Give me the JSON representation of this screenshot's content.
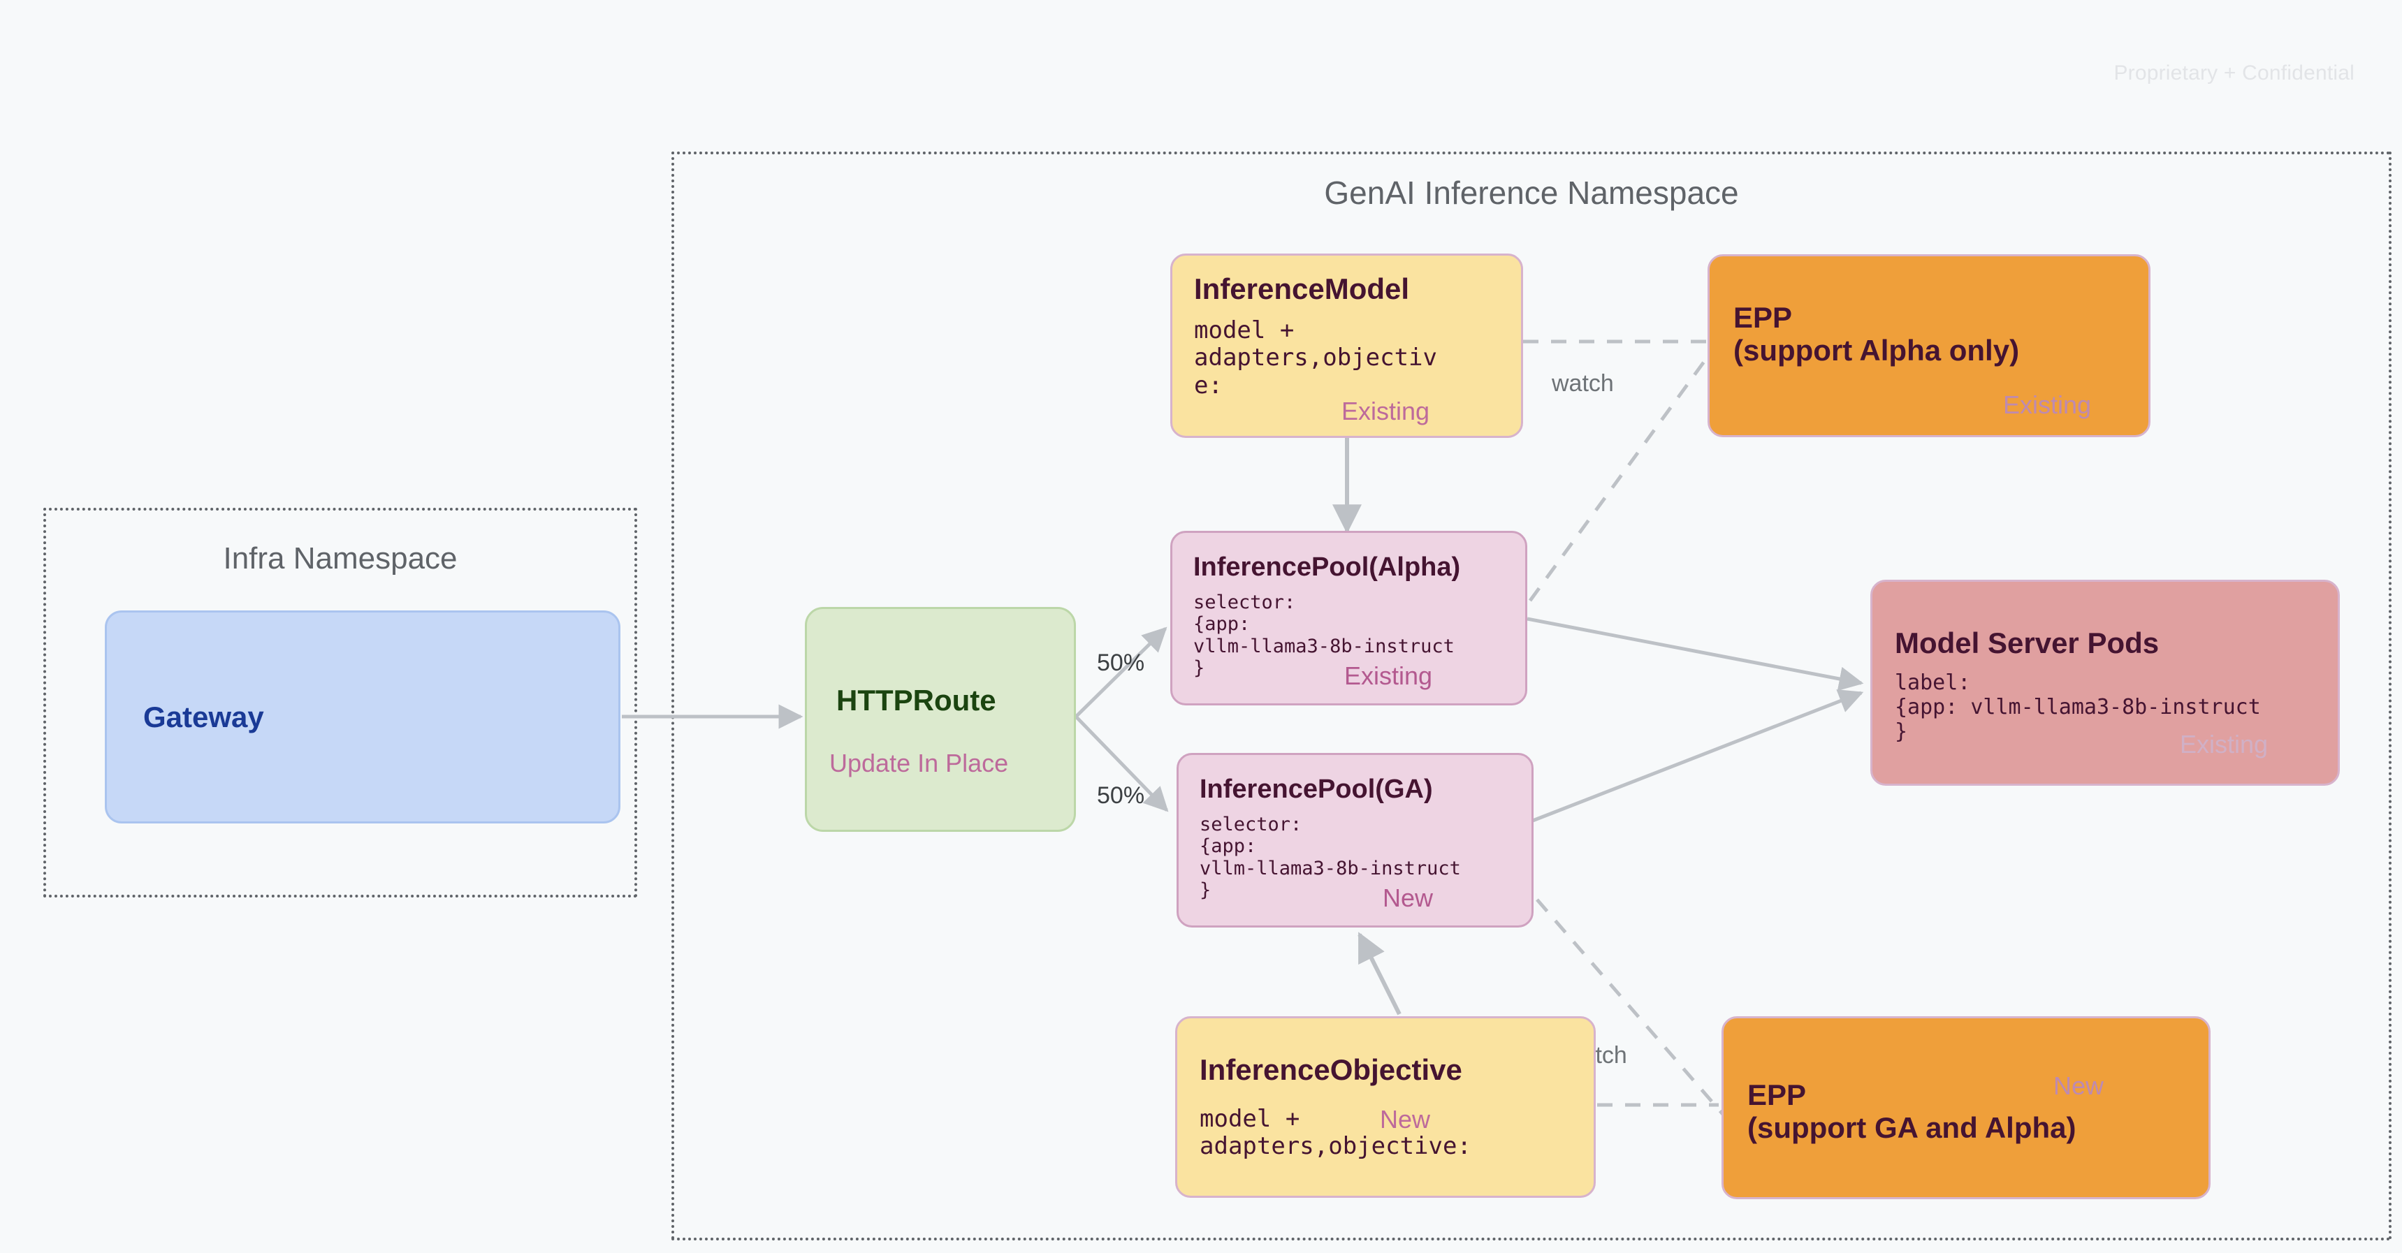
{
  "watermark": "Proprietary + Confidential",
  "namespaces": [
    {
      "id": "infra",
      "title": "Infra Namespace"
    },
    {
      "id": "genai",
      "title": "GenAI Inference Namespace"
    }
  ],
  "nodes": {
    "gateway": {
      "title": "Gateway",
      "sub": "",
      "badge": ""
    },
    "httproute": {
      "title": "HTTPRoute",
      "sub": "",
      "badge": "Update In Place"
    },
    "inference_model": {
      "title": "InferenceModel",
      "sub": "model +\nadapters,objectiv\ne:",
      "badge": "Existing"
    },
    "inference_pool_alpha": {
      "title": "InferencePool(Alpha)",
      "sub": "selector:\n{app:\nvllm-llama3-8b-instruct\n}",
      "badge": "Existing"
    },
    "inference_pool_ga": {
      "title": "InferencePool(GA)",
      "sub": "selector:\n{app:\nvllm-llama3-8b-instruct\n}",
      "badge": "New"
    },
    "inference_objective": {
      "title": "InferenceObjective",
      "sub": "model +\nadapters,objective:",
      "badge": "New"
    },
    "epp_alpha": {
      "title": "EPP\n(support Alpha only)",
      "sub": "",
      "badge": "Existing"
    },
    "epp_ga": {
      "title": "EPP\n(support GA and Alpha)",
      "sub": "",
      "badge": "New"
    },
    "model_server_pods": {
      "title": "Model Server Pods",
      "sub": "label:\n{app: vllm-llama3-8b-instruct\n}",
      "badge": "Existing"
    }
  },
  "edges": [
    {
      "id": "gateway-to-httproute",
      "label": ""
    },
    {
      "id": "httproute-to-pool-alpha",
      "label": "50%"
    },
    {
      "id": "httproute-to-pool-ga",
      "label": "50%"
    },
    {
      "id": "model-to-pool-alpha",
      "label": ""
    },
    {
      "id": "objective-to-pool-ga",
      "label": ""
    },
    {
      "id": "pool-alpha-to-pods",
      "label": ""
    },
    {
      "id": "pool-ga-to-pods",
      "label": ""
    },
    {
      "id": "model-to-epp-alpha",
      "label": "watch"
    },
    {
      "id": "pool-alpha-to-epp-alpha",
      "label": ""
    },
    {
      "id": "objective-to-epp-ga",
      "label": "watch"
    },
    {
      "id": "pool-ga-to-epp-ga",
      "label": ""
    }
  ],
  "colors": {
    "background": "#f7f9fa",
    "gateway": "#c6d8f7",
    "httproute": "#dceace",
    "yellow": "#fae3a0",
    "pink": "#eed4e3",
    "orange": "#ef9f3a",
    "red": "#e0a0a0",
    "edge": "#bdc1c6",
    "namespace_border": "#5f6368"
  }
}
